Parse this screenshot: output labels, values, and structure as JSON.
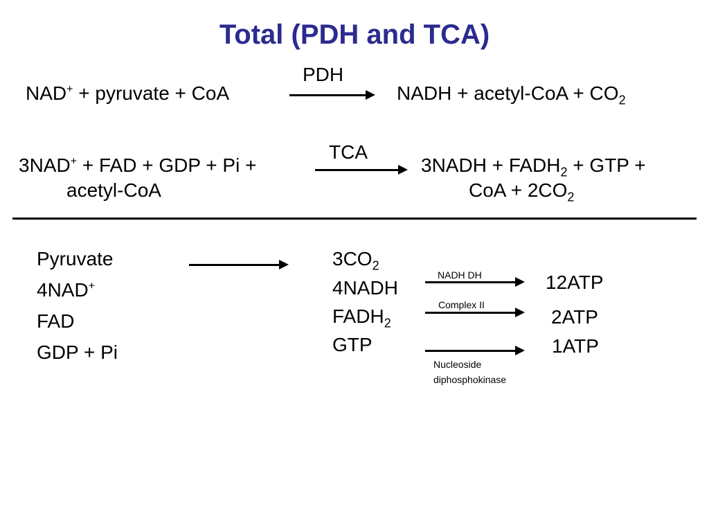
{
  "title": "Total (PDH and TCA)",
  "colors": {
    "title": "#2b2b8f",
    "text": "#000000"
  },
  "reaction_pdh": {
    "enzyme": "PDH",
    "left_a": "NAD",
    "left_sup": "+",
    "left_b": " + pyruvate + CoA",
    "right_a": "NADH + acetyl-CoA + CO",
    "right_sub": "2"
  },
  "reaction_tca": {
    "enzyme": "TCA",
    "left_l1_a": "3NAD",
    "left_l1_sup": "+",
    "left_l1_b": " + FAD + GDP + Pi +",
    "left_l2": "acetyl-CoA",
    "right_l1_a": "3NADH + FADH",
    "right_l1_sub": "2",
    "right_l1_b": " + GTP +",
    "right_l2_a": "CoA + 2CO",
    "right_l2_sub": "2"
  },
  "summary": {
    "inputs": [
      {
        "text": "Pyruvate",
        "sup": ""
      },
      {
        "text": "4NAD",
        "sup": "+"
      },
      {
        "text": "FAD",
        "sup": ""
      },
      {
        "text": "GDP + Pi",
        "sup": ""
      }
    ],
    "outputs": [
      {
        "text": "3CO",
        "sub": "2"
      },
      {
        "text": "4NADH",
        "sub": ""
      },
      {
        "text": "FADH",
        "sub": "2"
      },
      {
        "text": "GTP",
        "sub": ""
      }
    ],
    "conversions": [
      {
        "label": "NADH DH",
        "label2": "",
        "result": "12ATP"
      },
      {
        "label": "Complex II",
        "label2": "",
        "result": "2ATP"
      },
      {
        "label": "Nucleoside",
        "label2": "diphosphokinase",
        "result": "1ATP"
      }
    ]
  }
}
